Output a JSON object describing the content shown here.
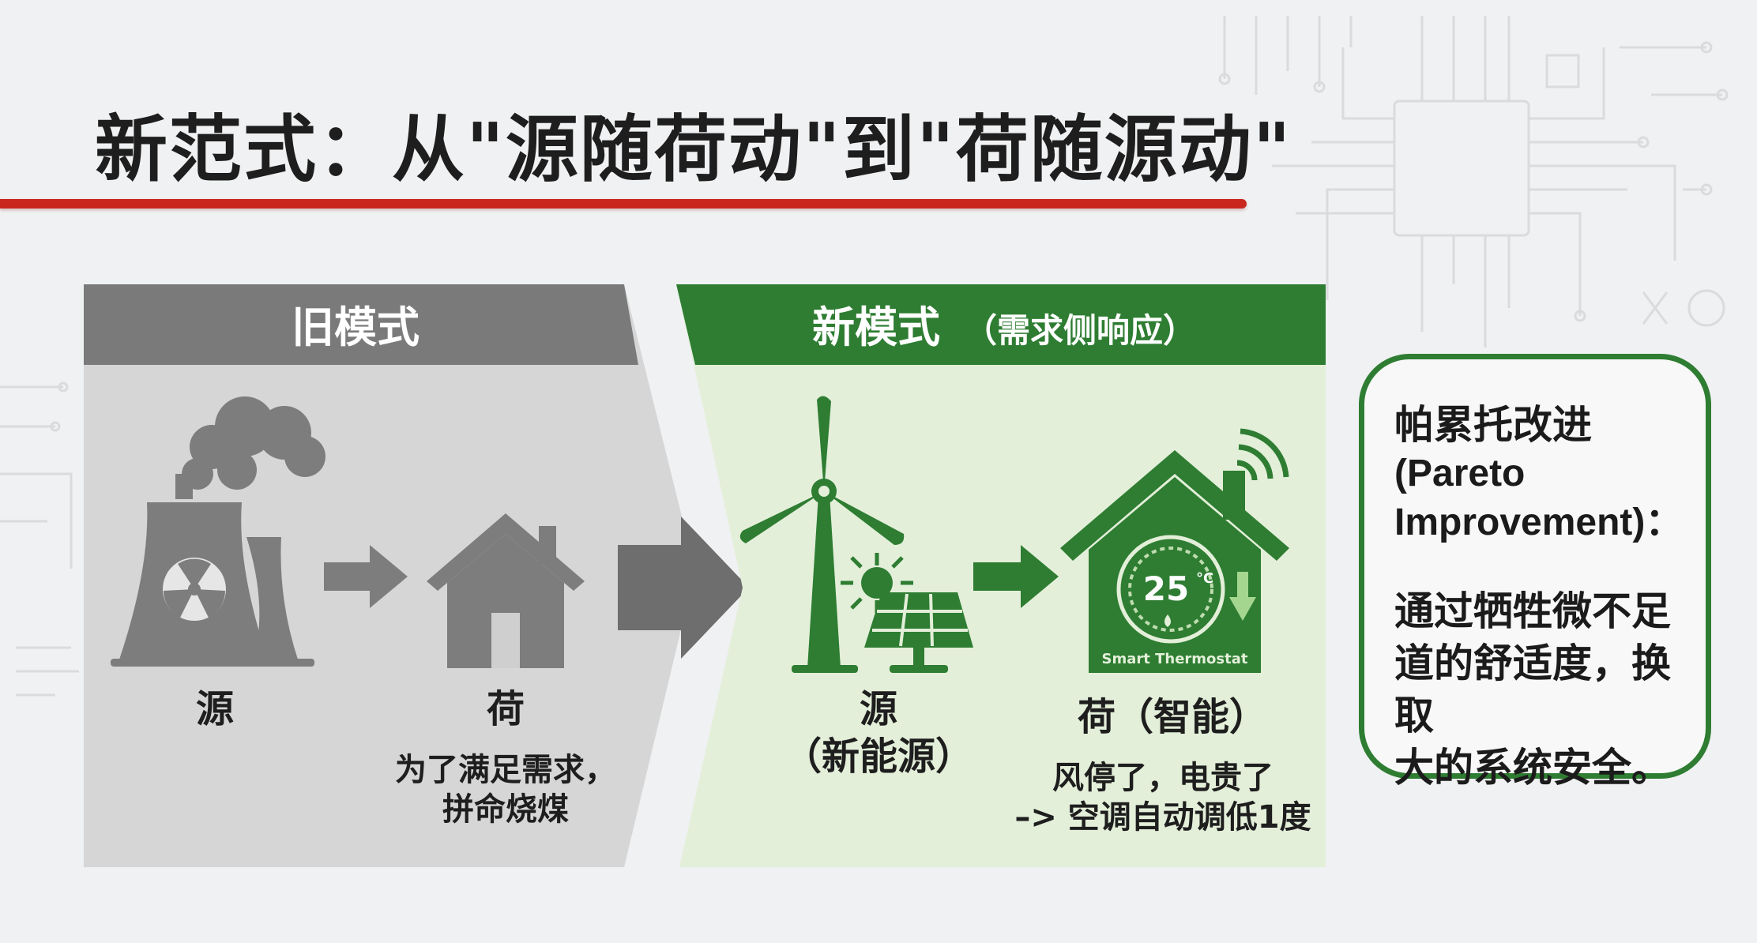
{
  "title": "新范式：从\"源随荷动\"到\"荷随源动\"",
  "old_mode": {
    "header": "旧模式",
    "source_label": "源",
    "load_label": "荷",
    "load_desc_line1": "为了满足需求，",
    "load_desc_line2": "拼命烧煤"
  },
  "new_mode": {
    "header": "新模式",
    "header_sub": "（需求侧响应）",
    "source_label": "源",
    "source_sub": "（新能源）",
    "load_label": "荷（智能）",
    "load_desc_line1": "风停了，电贵了",
    "load_desc_line2": "–> 空调自动调低1度",
    "thermostat_temp": "25",
    "thermostat_unit": "°C",
    "thermostat_caption": "Smart Thermostat"
  },
  "pareto": {
    "title": "帕累托改进",
    "en_line1": "(Pareto",
    "en_line2": "Improvement)：",
    "body_line1": "通过牺牲微不足",
    "body_line2": "道的舒适度，换取",
    "body_line3": "大的系统安全。"
  },
  "colors": {
    "accent_red": "#c9261e",
    "old_gray": "#7a7a7a",
    "old_bg": "#d6d6d6",
    "new_green": "#2e7d32",
    "new_bg": "#e3efd9"
  }
}
